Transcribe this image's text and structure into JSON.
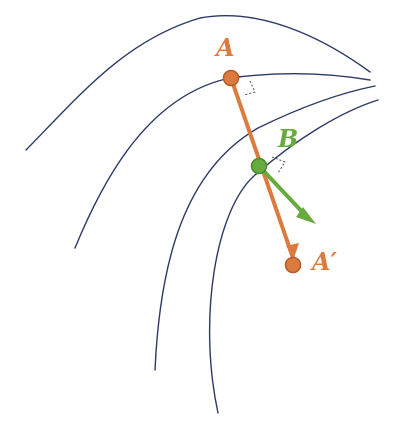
{
  "colors": {
    "background": "#ffffff",
    "curve": "#2b3a66",
    "orange": "#dc7b3f",
    "orange_dark": "#b85a24",
    "green": "#67ab3e",
    "green_dark": "#4d8a2b",
    "right_angle_mark": "#555555"
  },
  "labels": {
    "point_a": "A",
    "point_b": "B",
    "point_a_prime": "A′"
  }
}
